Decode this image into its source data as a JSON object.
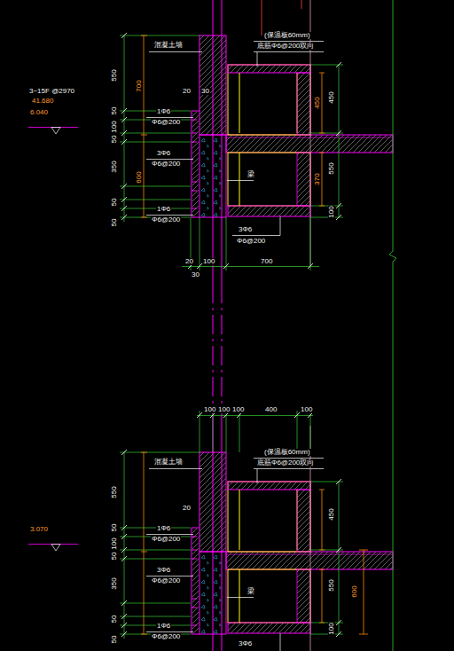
{
  "diagram": {
    "labels": [
      "550",
      "700",
      "50",
      "100",
      "50",
      "350",
      "600",
      "50",
      "50",
      "3~15F @2970",
      "41.680",
      "6.040",
      "混凝土墙",
      "(保温板60mm)",
      "底筋Φ6@200双向",
      "20",
      "30",
      "1Φ6",
      "Φ6@200",
      "3Φ6",
      "Φ6@200",
      "梁",
      "1Φ6",
      "Φ6@200",
      "3Φ6",
      "Φ6@200",
      "450",
      "450",
      "550",
      "370",
      "100",
      "20",
      "100",
      "700",
      "30",
      "100",
      "100",
      "100",
      "400",
      "100",
      "混凝土墙",
      "(保温板60mm)",
      "底筋Φ6@200双向",
      "20",
      "550",
      "50",
      "100",
      "50",
      "350",
      "50",
      "50",
      "3.070",
      "1Φ6",
      "Φ6@200",
      "3Φ6",
      "Φ6@200",
      "梁",
      "1Φ6",
      "Φ6@200",
      "450",
      "550",
      "600",
      "100",
      "3Φ6"
    ]
  }
}
